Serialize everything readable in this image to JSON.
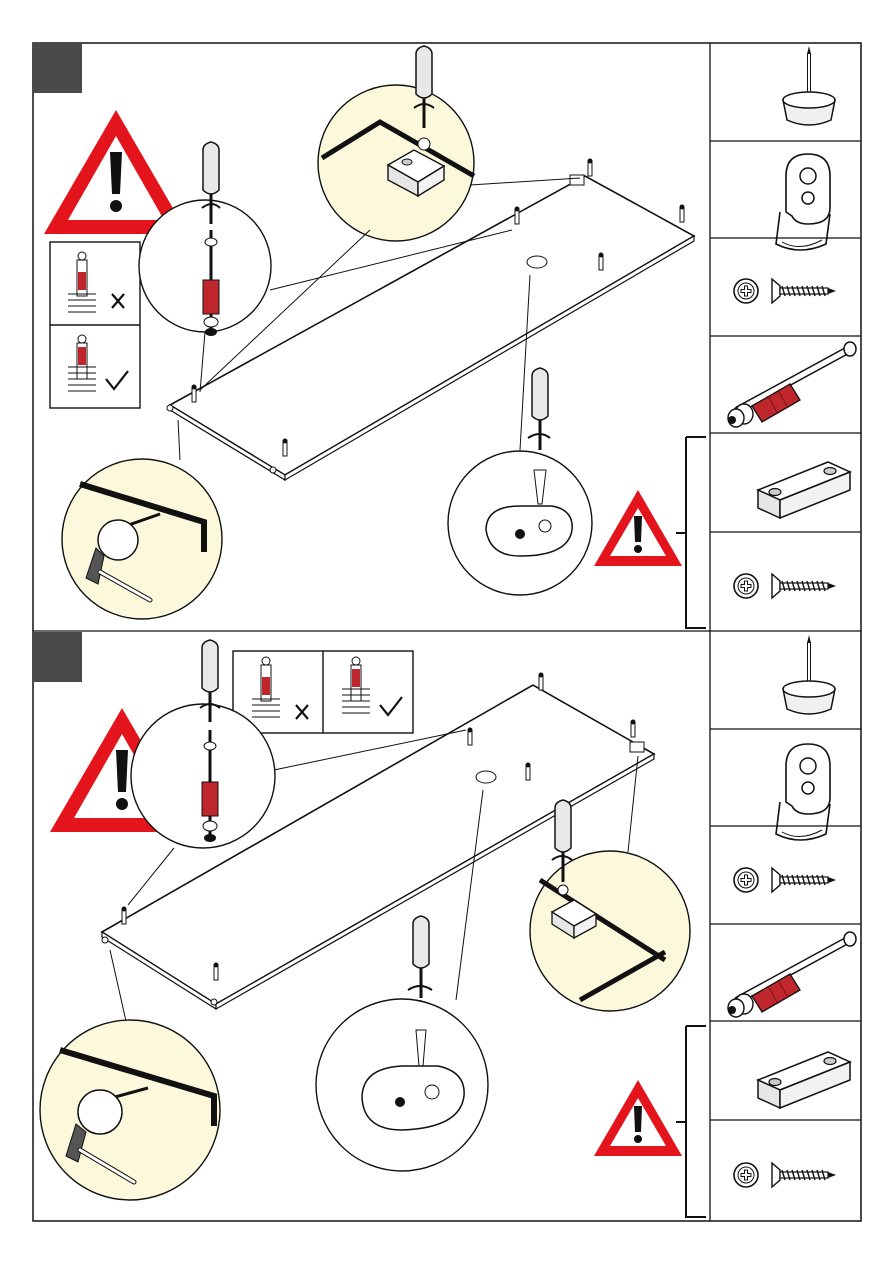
{
  "document": {
    "type": "assembly-instructions",
    "steps": [
      {
        "step_marker": "dark-square",
        "warning": "exclamation-triangle",
        "insets": [
          "cam-screw-insert",
          "glide-nail-hammer",
          "screw-into-block",
          "shelf-support-screw"
        ],
        "check_panel": [
          "wrong-depth-cross-icon",
          "correct-depth-check-icon"
        ]
      },
      {
        "step_marker": "dark-square",
        "warning": "exclamation-triangle",
        "insets": [
          "cam-screw-insert",
          "glide-nail-hammer",
          "screw-into-block",
          "shelf-support-screw"
        ],
        "check_panel": [
          "wrong-depth-cross-icon",
          "correct-depth-check-icon"
        ]
      }
    ],
    "parts_column": [
      "furniture-glide-nail-icon",
      "shelf-support-clip-icon",
      "countersunk-screw-icon",
      "cam-dowel-icon",
      "connector-block-icon",
      "wood-screw-icon"
    ],
    "colors": {
      "warning_red": "#e3141b",
      "inset_fill": "#fcf8dc",
      "marker_gray": "#4a4a4a",
      "dowel_red": "#c0272d",
      "line": "#111111"
    }
  }
}
